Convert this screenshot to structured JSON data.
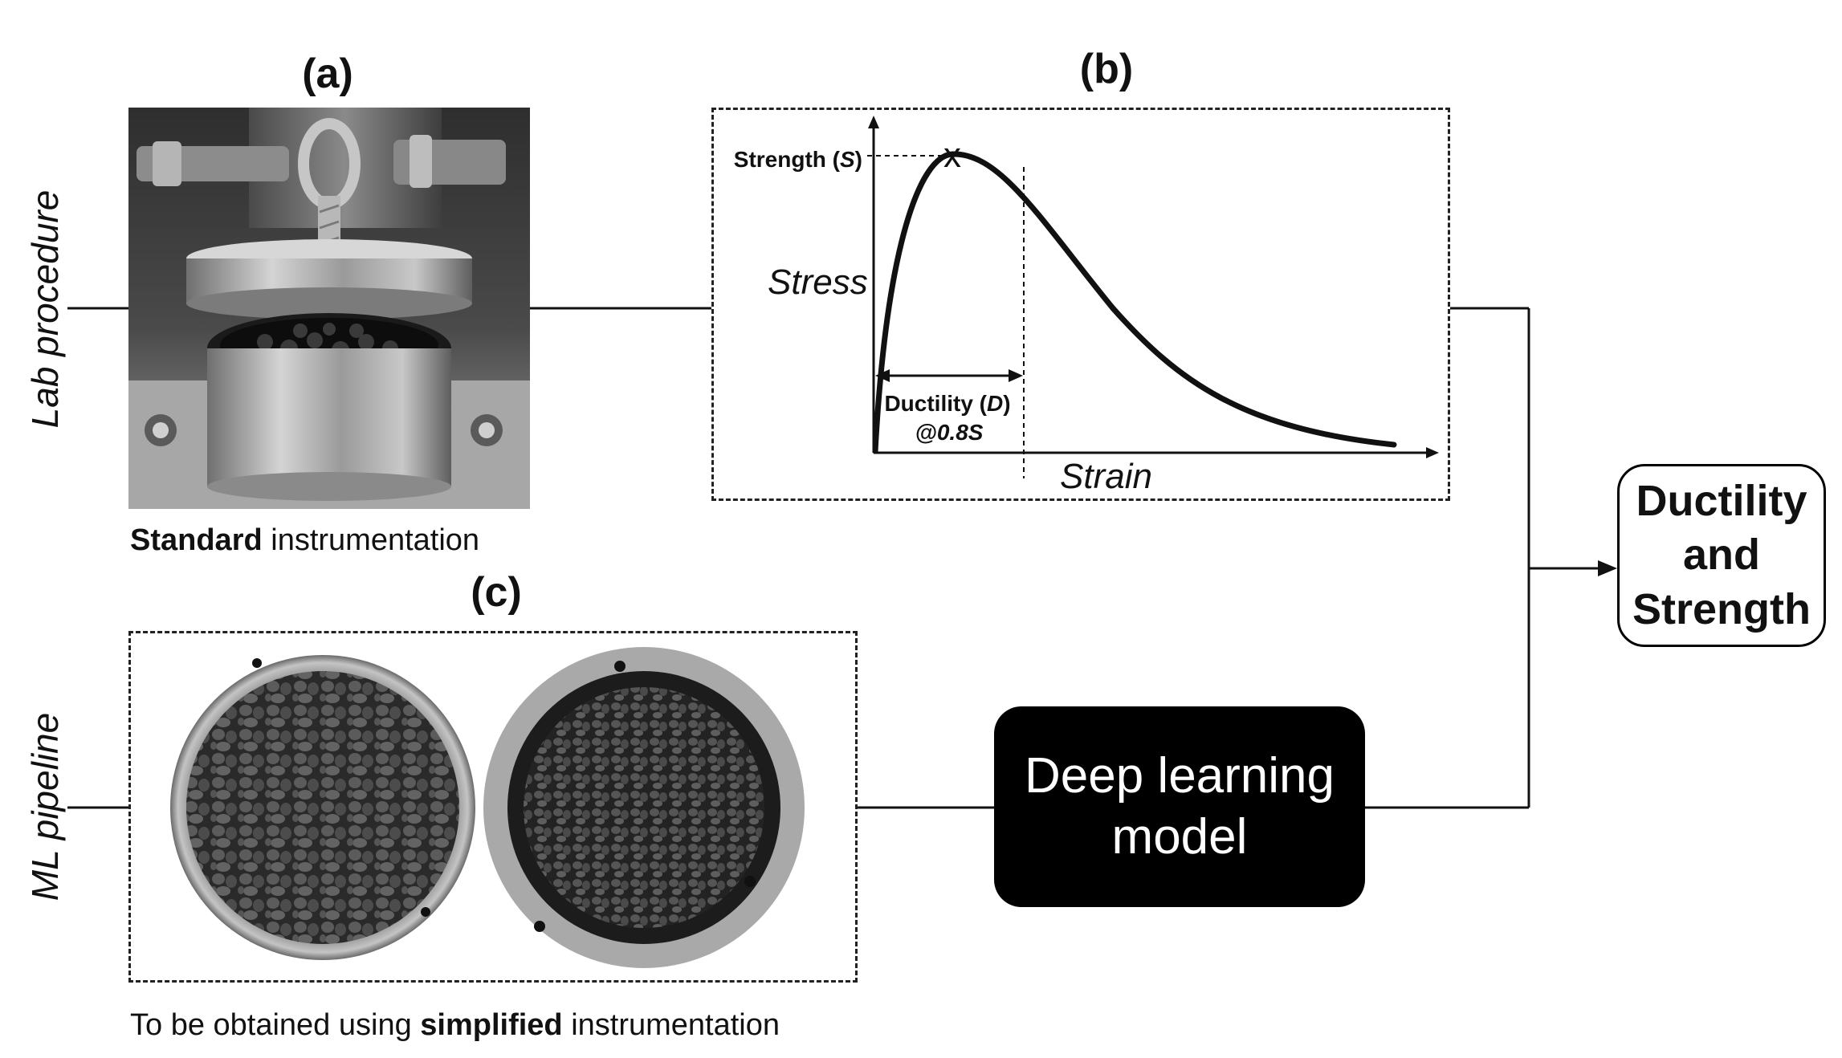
{
  "panels": {
    "a": "(a)",
    "b": "(b)",
    "c": "(c)"
  },
  "rows": {
    "lab": "Lab procedure",
    "ml": "ML pipeline"
  },
  "caption_a": {
    "bold": "Standard",
    "rest": " instrumentation"
  },
  "caption_c": {
    "pre": "To be obtained using ",
    "bold": "simplified",
    "post": " instrumentation"
  },
  "chart": {
    "ylabel": "Stress",
    "xlabel": "Strain",
    "strength_label": "Strength (",
    "strength_var": "S",
    "strength_close": ")",
    "peak_marker": "x",
    "ductility_label": "Ductility (",
    "ductility_var": "D",
    "ductility_close": ")",
    "ductility_at": "@0.8S"
  },
  "model": {
    "line1": "Deep learning",
    "line2": "model"
  },
  "output": {
    "line1": "Ductility",
    "line2": "and",
    "line3": "Strength"
  },
  "colors": {
    "box_fill": "#000000",
    "line": "#111111",
    "metal": "#a8a8a8"
  }
}
